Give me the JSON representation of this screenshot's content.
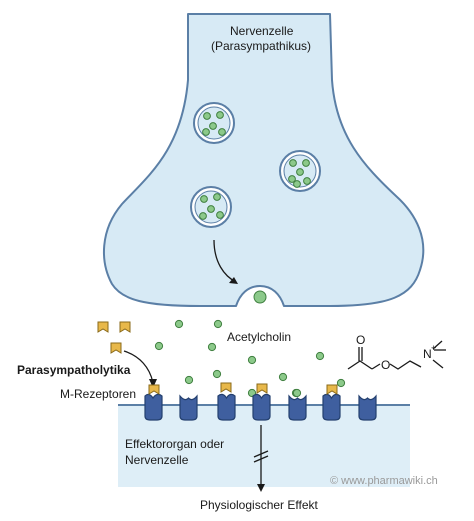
{
  "labels": {
    "neuron_line1": "Nervenzelle",
    "neuron_line2": "(Parasympathikus)",
    "acetylcholine": "Acetylcholin",
    "drug_class": "Parasympatholytika",
    "receptors": "M-Rezeptoren",
    "effector_line1": "Effektororgan oder",
    "effector_line2": "Nervenzelle",
    "effect": "Physiologischer Effekt",
    "watermark": "© www.pharmawiki.ch"
  },
  "molecule": {
    "carbonyl_oxygen": "O",
    "ester_oxygen": "O",
    "nitrogen": "N",
    "charge": "+"
  },
  "colors": {
    "neuron_fill": "#d7eaf5",
    "outline": "#5b7fa6",
    "vesicle_inner": "#d7eaf5",
    "transmitter": "#8cc98a",
    "transmitter_stroke": "#3f7f3f",
    "receptor_fill": "#3f5f9f",
    "antagonist": "#e8b84a",
    "effector_fill": "#deeef7"
  }
}
